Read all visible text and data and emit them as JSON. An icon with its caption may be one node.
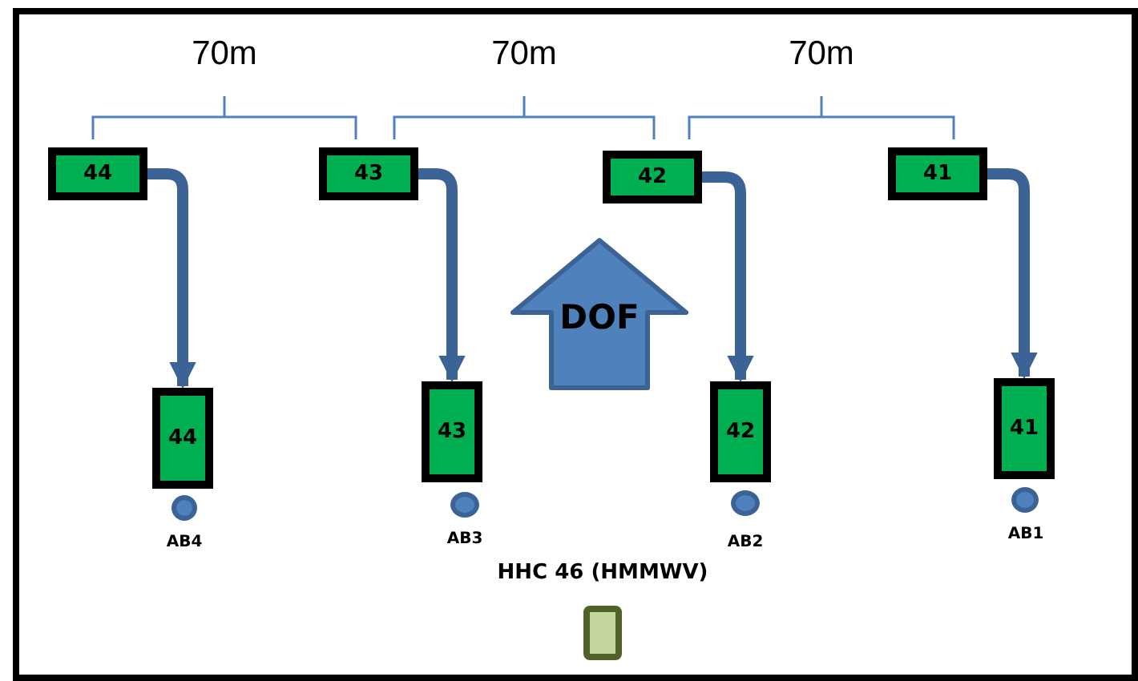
{
  "diagram": {
    "nodes": [
      {
        "text": [
          "44"
        ]
      },
      {
        "text": [
          "43"
        ]
      },
      {
        "text": [
          "42"
        ]
      },
      {
        "text": [
          "41"
        ]
      },
      {
        "text": [
          "DOF"
        ]
      },
      {
        "text": [
          "44"
        ]
      },
      {
        "text": [
          "43"
        ]
      },
      {
        "text": [
          "42"
        ]
      },
      {
        "text": [
          "41"
        ]
      },
      {
        "text": [],
        "shape": "circle",
        "beside": [
          "AB4"
        ]
      },
      {
        "text": [],
        "shape": "circle",
        "beside": [
          "AB3"
        ]
      },
      {
        "text": [],
        "shape": "circle",
        "beside": [
          "AB2"
        ]
      },
      {
        "text": [],
        "shape": "circle",
        "beside": [
          "AB1"
        ]
      },
      {
        "text": [],
        "shape": "box",
        "beside": [
          "HHC 46 (HMMWV)"
        ]
      }
    ],
    "edges": [
      {
        "from": 0,
        "to": 5,
        "arrow": "to"
      },
      {
        "from": 1,
        "to": 6,
        "arrow": "to"
      },
      {
        "from": 2,
        "to": 7,
        "arrow": "to"
      },
      {
        "from": 3,
        "to": 8,
        "arrow": "to"
      }
    ],
    "labels": [
      "70m",
      "70m",
      "70m"
    ]
  }
}
